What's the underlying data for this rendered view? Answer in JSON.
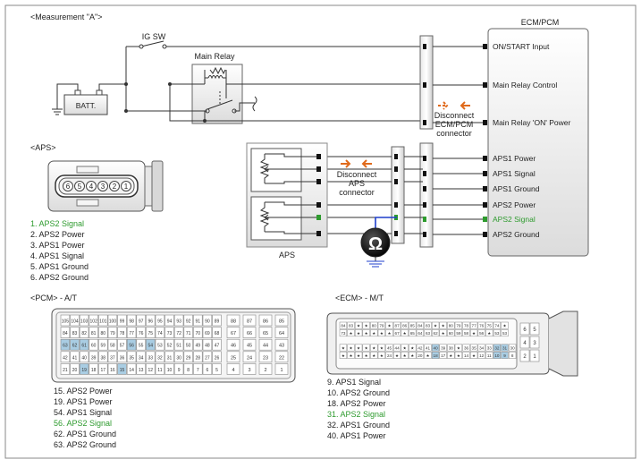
{
  "title": "<Measurement \"A\">",
  "ig_sw": "IG SW",
  "main_relay": "Main Relay",
  "batt": "BATT.",
  "ecm_title": "ECM/PCM",
  "ecm_pins": [
    "ON/START Input",
    "Main Relay Control",
    "Main Relay 'ON' Power",
    "APS1 Power",
    "APS1 Signal",
    "APS1 Ground",
    "APS2 Power",
    "APS2 Signal",
    "APS2 Ground"
  ],
  "disconnect_ecm": [
    "Disconnect",
    "ECM/PCM",
    "connector"
  ],
  "disconnect_aps": [
    "Disconnect",
    "APS",
    "connector"
  ],
  "aps_label": "APS",
  "ohm": "Ω",
  "aps_section_title": "<APS>",
  "aps_connector_pins": [
    "6",
    "5",
    "4",
    "3",
    "2",
    "1"
  ],
  "aps_list": [
    "1. APS2 Signal",
    "2. APS2 Power",
    "3. APS1 Power",
    "4. APS1 Signal",
    "5. APS1 Ground",
    "6. APS2 Ground"
  ],
  "pcm_title": "<PCM> - A/T",
  "pcm_rows": [
    [
      "105",
      "104",
      "103",
      "102",
      "101",
      "100",
      "99",
      "98",
      "97",
      "96",
      "95",
      "94",
      "93",
      "92",
      "91",
      "90",
      "89"
    ],
    [
      "84",
      "83",
      "82",
      "81",
      "80",
      "79",
      "78",
      "77",
      "76",
      "75",
      "74",
      "73",
      "72",
      "71",
      "70",
      "69",
      "68"
    ],
    [
      "63",
      "62",
      "61",
      "60",
      "59",
      "58",
      "57",
      "56",
      "55",
      "54",
      "53",
      "52",
      "51",
      "50",
      "49",
      "48",
      "47"
    ],
    [
      "42",
      "41",
      "40",
      "39",
      "38",
      "37",
      "36",
      "35",
      "34",
      "33",
      "32",
      "31",
      "30",
      "29",
      "28",
      "27",
      "26"
    ],
    [
      "21",
      "20",
      "19",
      "18",
      "17",
      "16",
      "15",
      "14",
      "13",
      "12",
      "11",
      "10",
      "9",
      "8",
      "7",
      "6",
      "5"
    ]
  ],
  "pcm_side": [
    [
      "88",
      "87",
      "86",
      "85"
    ],
    [
      "67",
      "66",
      "65",
      "64"
    ],
    [
      "46",
      "45",
      "44",
      "43"
    ],
    [
      "25",
      "24",
      "23",
      "22"
    ],
    [
      "4",
      "3",
      "2",
      "1"
    ]
  ],
  "pcm_list": [
    "15. APS2 Power",
    "19. APS1 Power",
    "54. APS1 Signal",
    "56. APS2 Signal",
    "62. APS1 Ground",
    "63. APS2 Ground"
  ],
  "ecm_mt_title": "<ECM> - M/T",
  "ecm_mt_rows": [
    [
      "84",
      "83",
      "★",
      "★",
      "80",
      "79",
      "★",
      "87",
      "86",
      "85",
      "84",
      "83",
      "★",
      "★",
      "80",
      "79",
      "78",
      "77",
      "76",
      "75",
      "74",
      "★"
    ],
    [
      "73",
      "★",
      "★",
      "★",
      "★",
      "★",
      "★",
      "67",
      "★",
      "65",
      "64",
      "63",
      "62",
      "★",
      "60",
      "59",
      "58",
      "★",
      "56",
      "★",
      "53",
      "53"
    ],
    [
      "★",
      "★",
      "★",
      "★",
      "★",
      "★",
      "45",
      "44",
      "★",
      "★",
      "42",
      "41",
      "40",
      "39",
      "38",
      "★",
      "36",
      "35",
      "34",
      "33",
      "32",
      "31",
      "30"
    ],
    [
      "★",
      "★",
      "★",
      "★",
      "★",
      "★",
      "24",
      "★",
      "★",
      "★",
      "20",
      "★",
      "18",
      "17",
      "★",
      "★",
      "14",
      "★",
      "12",
      "11",
      "10",
      "9",
      "8"
    ]
  ],
  "ecm_mt_side": [
    [
      "6",
      "5"
    ],
    [
      "4",
      "3"
    ],
    [
      "2",
      "1"
    ]
  ],
  "ecm_mt_list": [
    "9. APS1 Signal",
    "10. APS2 Ground",
    "18. APS2 Power",
    "31. APS2 Signal",
    "32. APS1 Ground",
    "40. APS1 Power"
  ],
  "colors": {
    "highlight": "#2e9b2e",
    "cell_blue": "#a9cde3",
    "wire_blue": "#1f3fcc",
    "arrow": "#e06a1b",
    "ground_line": "#3a3a3a"
  }
}
